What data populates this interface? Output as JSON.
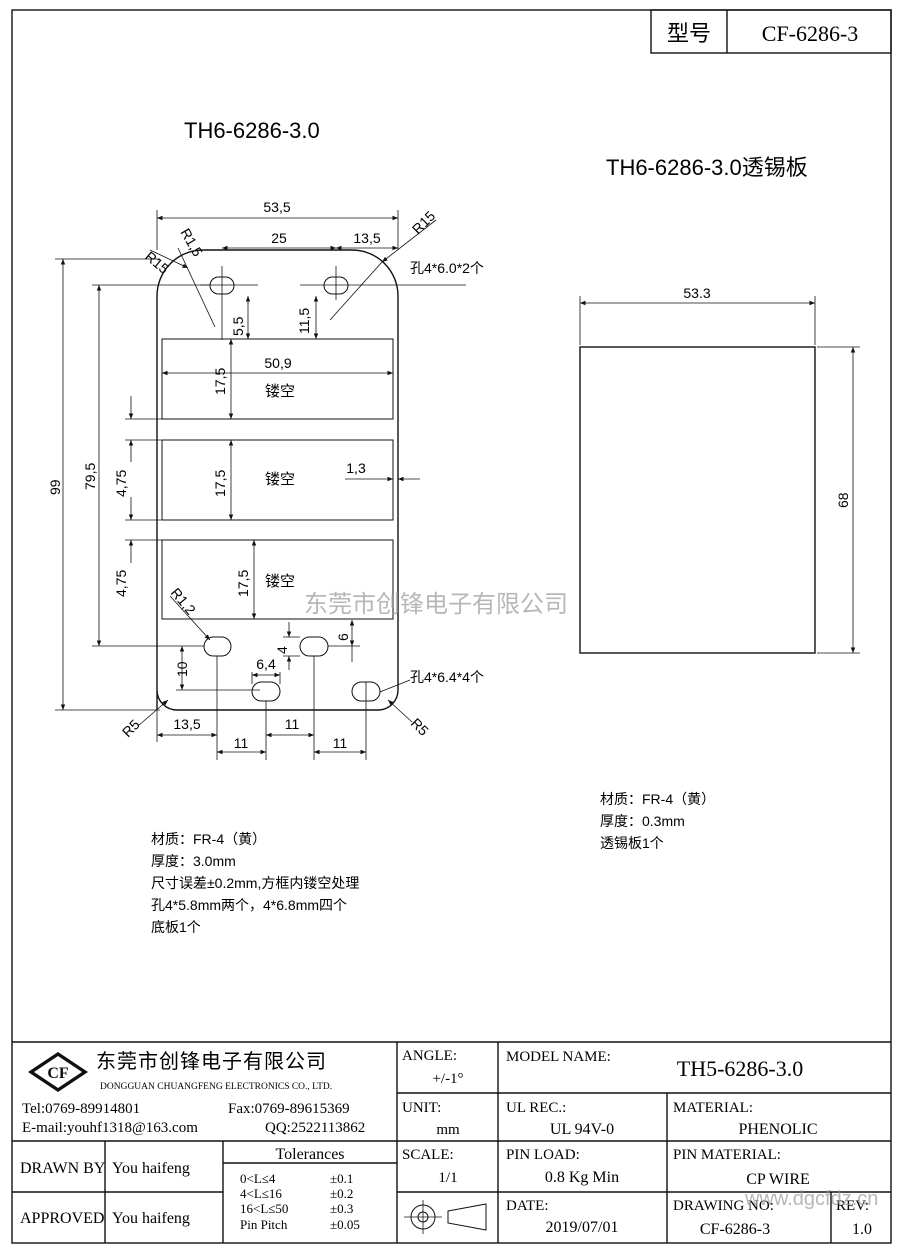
{
  "header": {
    "model_label": "型号",
    "model_value": "CF-6286-3"
  },
  "left_part": {
    "title": "TH6-6286-3.0",
    "dims": {
      "overall_width": "53,5",
      "r15_left": "R15",
      "r15_right": "R15",
      "r1_5": "R1,5",
      "hole_spacing": "25",
      "hole_offset": "13,5",
      "hole_y1": "5,5",
      "hole_y2": "11,5",
      "slot_width": "50,9",
      "slot_h1": "17,5",
      "slot_h2": "17,5",
      "slot_h3": "17,5",
      "total_height": "99",
      "inner_height": "79,5",
      "gap1": "4,75",
      "gap2": "4,75",
      "wall": "1,3",
      "r1_2": "R1,2",
      "pin_y": "10",
      "pin_w": "6,4",
      "pin_h": "4",
      "pin_dy": "6",
      "r5_left": "R5",
      "r5_right": "R5",
      "pin_x": "13,5",
      "pin_gap_mid": "11",
      "pin_gap_left": "11",
      "pin_gap_right": "11"
    },
    "hollow_label_1": "镂空",
    "hollow_label_2": "镂空",
    "hollow_label_3": "镂空",
    "hole_note_top": "孔4*6.0*2个",
    "hole_note_bottom": "孔4*6.4*4个",
    "notes": [
      "材质：FR-4（黄）",
      "厚度：3.0mm",
      "尺寸误差±0.2mm,方框内镂空处理",
      "孔4*5.8mm两个，4*6.8mm四个",
      "底板1个"
    ]
  },
  "right_part": {
    "title": "TH6-6286-3.0透锡板",
    "width": "53.3",
    "height": "68",
    "notes": [
      "材质：FR-4（黄）",
      "厚度：0.3mm",
      "透锡板1个"
    ]
  },
  "watermark": "东莞市创锋电子有限公司",
  "title_block": {
    "logo_text": "CF",
    "company_cn": "东莞市创锋电子有限公司",
    "company_en": "DONGGUAN CHUANGFENG ELECTRONICS CO., LTD.",
    "tel": "Tel:0769-89914801",
    "fax": "Fax:0769-89615369",
    "email": "E-mail:youhf1318@163.com",
    "qq": "QQ:2522113862",
    "drawn_by_label": "DRAWN BY",
    "drawn_by": "You haifeng",
    "approved_label": "APPROVED",
    "approved_by": "You haifeng",
    "tolerances_title": "Tolerances",
    "tolerances": [
      {
        "range": "0<L≤4",
        "tol": "±0.1"
      },
      {
        "range": "4<L≤16",
        "tol": "±0.2"
      },
      {
        "range": "16<L≤50",
        "tol": "±0.3"
      },
      {
        "range": "Pin Pitch",
        "tol": "±0.05"
      }
    ],
    "angle_label": "ANGLE:",
    "angle_value": "+/-1°",
    "unit_label": "UNIT:",
    "unit_value": "mm",
    "scale_label": "SCALE:",
    "scale_value": "1/1",
    "model_name_label": "MODEL NAME:",
    "model_name": "TH5-6286-3.0",
    "ul_label": "UL REC.:",
    "ul_value": "UL 94V-0",
    "material_label": "MATERIAL:",
    "material_value": "PHENOLIC",
    "pin_load_label": "PIN LOAD:",
    "pin_load_value": "0.8 Kg Min",
    "pin_material_label": "PIN MATERIAL:",
    "pin_material_value": "CP WIRE",
    "date_label": "DATE:",
    "date_value": "2019/07/01",
    "drawing_no_label": "DRAWING NO:",
    "drawing_no": "CF-6286-3",
    "rev_label": "REV:",
    "rev_value": "1.0",
    "site_watermark": "www.dgcfdz.cn"
  }
}
